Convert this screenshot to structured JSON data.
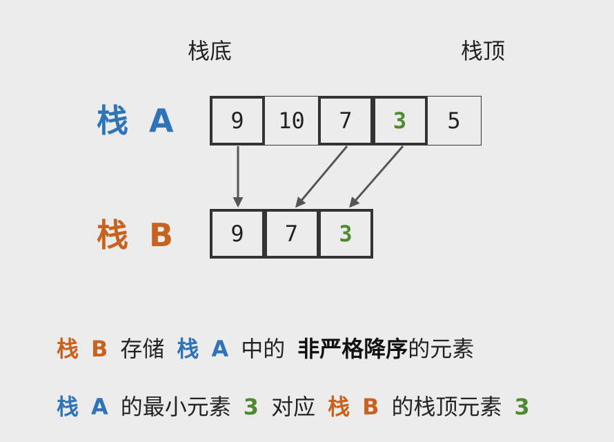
{
  "headers": {
    "bottom": "栈底",
    "top": "栈顶"
  },
  "stack_a": {
    "name": "栈",
    "letter": "A",
    "cells": [
      "9",
      "10",
      "7",
      "3",
      "5"
    ]
  },
  "stack_b": {
    "name": "栈",
    "letter": "B",
    "cells": [
      "9",
      "7",
      "3"
    ]
  },
  "line1": {
    "s1_name": "栈",
    "s1_letter": "B",
    "t1": "存储",
    "s2_name": "栈",
    "s2_letter": "A",
    "t2": "中的",
    "bold": "非严格降序",
    "t3": "的元素"
  },
  "line2": {
    "s1_name": "栈",
    "s1_letter": "A",
    "t1": "的最小元素",
    "n1": "3",
    "t2": "对应",
    "s2_name": "栈",
    "s2_letter": "B",
    "t3": "的栈顶元素",
    "n2": "3"
  },
  "colors": {
    "blue": "#2f73b8",
    "orange": "#c8621f",
    "green": "#4e8a31",
    "arrow": "#555555"
  }
}
